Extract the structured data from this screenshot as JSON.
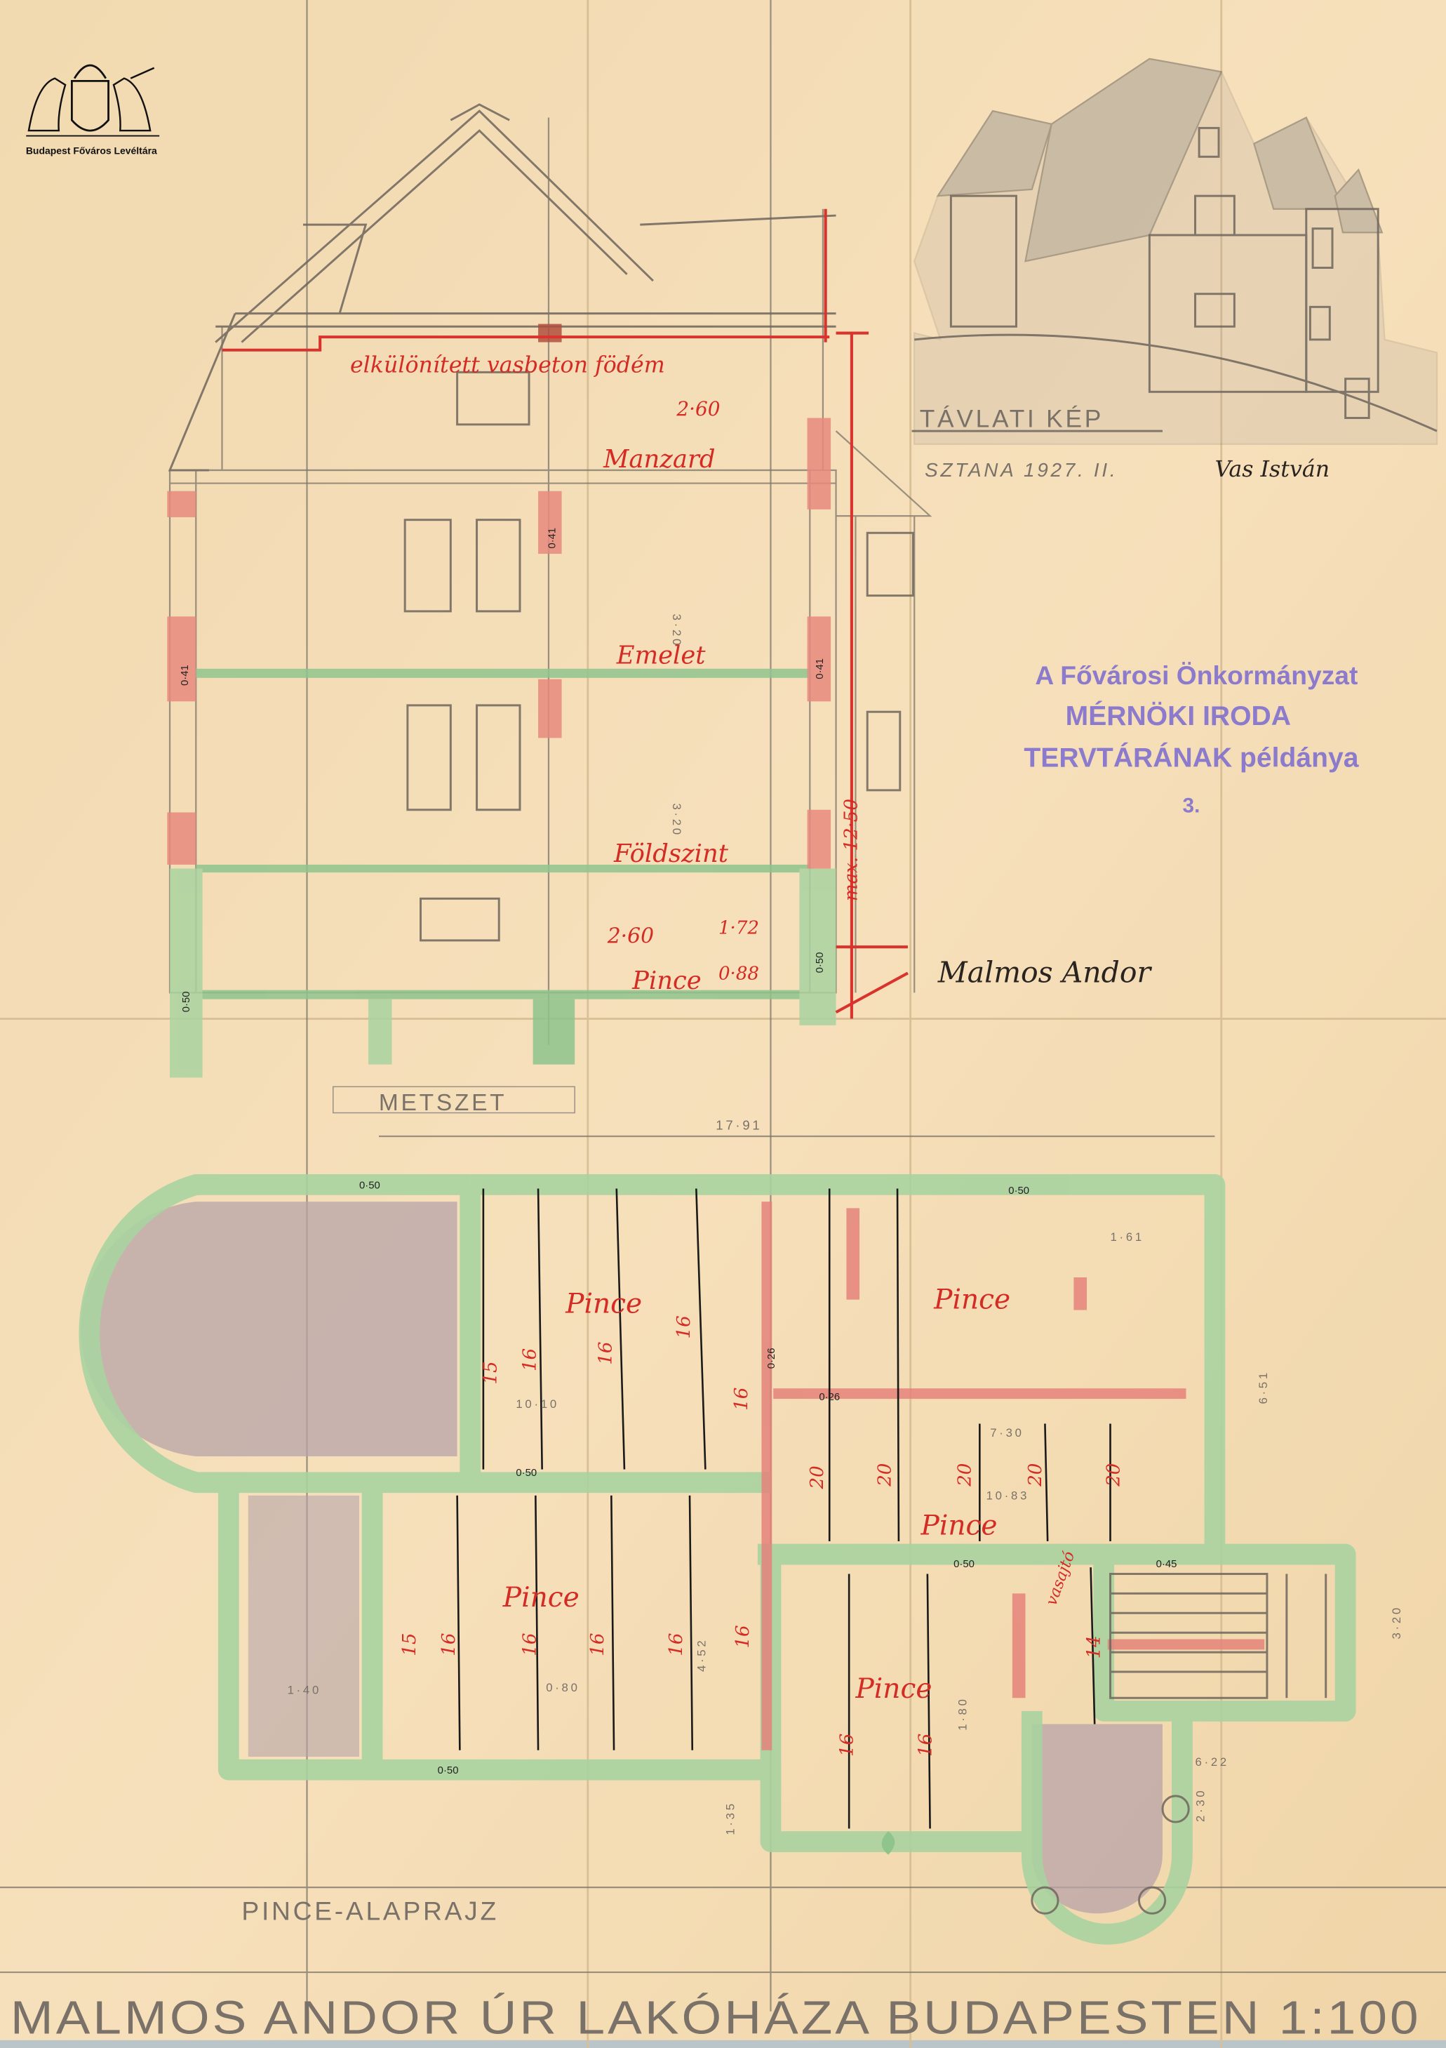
{
  "archive_logo": {
    "caption": "Budapest Főváros Levéltára"
  },
  "section": {
    "title": "METSZET",
    "slab_note": "elkülönített vasbeton födém",
    "floors": {
      "attic": "Manzard",
      "first": "Emelet",
      "ground": "Földszint",
      "basement": "Pince"
    },
    "dims": {
      "attic_height": "2·60",
      "basement_height": "2·60",
      "above_ground": "1·72",
      "below_ground": "0·88",
      "max_height": "max. 12·50",
      "wall_041a": "0·41",
      "wall_041b": "0·41",
      "wall_041c": "0·41",
      "wall_050a": "0·50",
      "wall_050b": "0·50",
      "storey_a": "3·20",
      "storey_b": "3·20"
    },
    "signature": "Malmos Andor"
  },
  "perspective": {
    "title": "TÁVLATI KÉP",
    "author_date": "SZTANA 1927. II.",
    "signature": "Vas István"
  },
  "stamp": {
    "line1": "A Fővárosi Önkormányzat",
    "line2": "MÉRNÖKI IRODA",
    "line3": "TERVTÁRÁNAK példánya",
    "copy_no": "3."
  },
  "plan": {
    "title": "PINCE-ALAPRAJZ",
    "overall": "17·91",
    "rooms": [
      "Pince",
      "Pince",
      "Pince",
      "Pince",
      "Pince"
    ],
    "door_note": "vasajtó",
    "dims": [
      "0·50",
      "0·50",
      "0·50",
      "0·50",
      "0·50",
      "0·45",
      "1·61",
      "6·51",
      "7·30",
      "10·10",
      "0·26",
      "0·26",
      "4·52",
      "1·35",
      "1·80",
      "6·22",
      "2·30",
      "3·20",
      "1·40",
      "10·83",
      "0·80"
    ],
    "joists": [
      "15",
      "16",
      "16",
      "16",
      "16",
      "20",
      "20",
      "20",
      "20",
      "20",
      "15",
      "16",
      "16",
      "16",
      "16",
      "16",
      "16",
      "16",
      "14"
    ]
  },
  "title_block": "MALMOS ANDOR ÚR LAKÓHÁZA BUDAPESTEN 1:100",
  "colors": {
    "paper": "#f4dcb4",
    "wall_green": "#a9d3a0",
    "red_ink": "#d8332c",
    "stamp_violet": "#7a6ad0",
    "cellar_purple": "#b8a3a8"
  }
}
